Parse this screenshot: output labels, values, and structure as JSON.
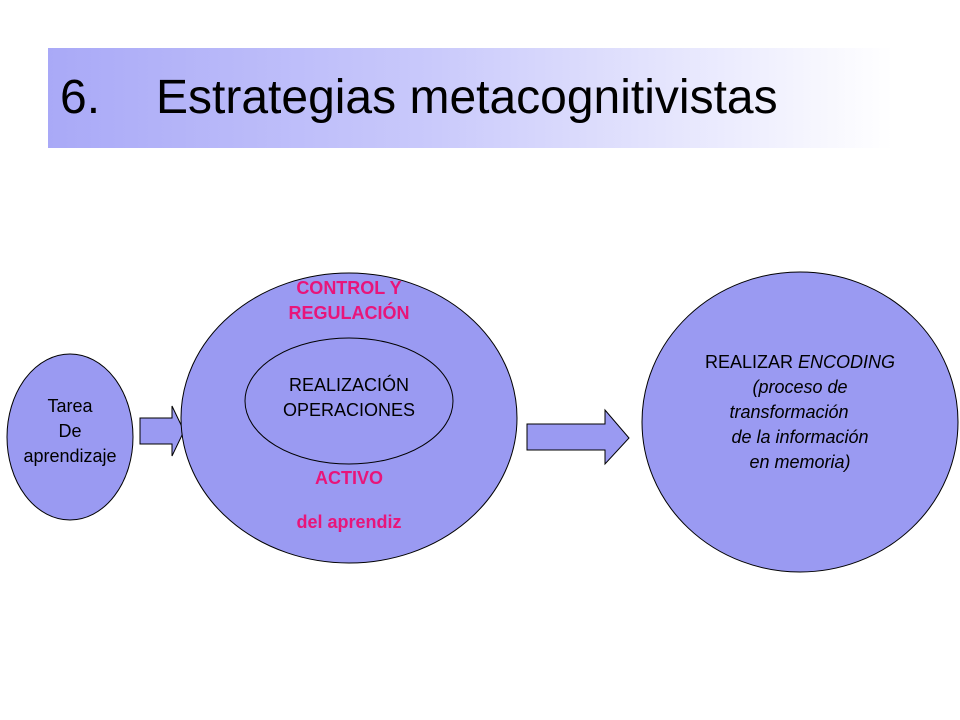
{
  "title": {
    "number": "6.",
    "text": "Estrategias metacognitivistas"
  },
  "task": {
    "lines": [
      "Tarea",
      "De",
      "aprendizaje"
    ]
  },
  "center": {
    "control_lines": [
      "CONTROL Y",
      "REGULACIÓN"
    ],
    "inner_lines": [
      "REALIZACIÓN",
      "OPERACIONES"
    ],
    "activo": "ACTIVO",
    "aprendiz": "del aprendiz"
  },
  "result": {
    "line1_plain": "REALIZAR ",
    "line1_italic": "ENCODING",
    "lines": [
      "(proceso de",
      "transformación",
      "de la información",
      "en memoria)"
    ]
  },
  "colors": {
    "shape_fill": "#9a9af2",
    "accent_text": "#e8157a",
    "title_band": "#a9a9f7"
  }
}
